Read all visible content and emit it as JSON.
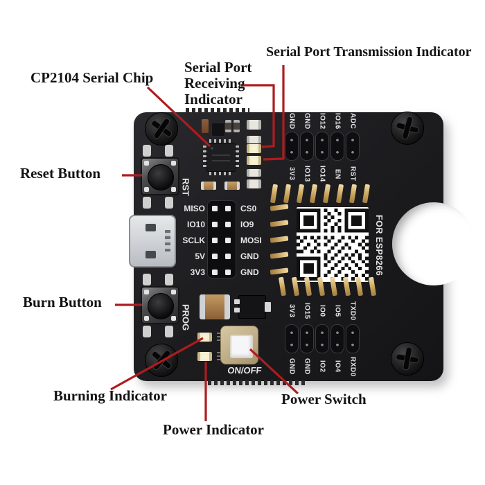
{
  "figure": {
    "annotations": {
      "cp2104": "CP2104 Serial Chip",
      "serial_rx": [
        "Serial Port",
        "Receiving",
        "Indicator"
      ],
      "serial_tx": "Serial Port Transmission Indicator",
      "reset": "Reset Button",
      "burn": "Burn Button",
      "burning": "Burning Indicator",
      "power_indicator": "Power Indicator",
      "power_switch": "Power Switch"
    },
    "silkscreen": {
      "rst": "RST",
      "prog": "PROG",
      "on_off": "ON/OFF",
      "for_chip": "FOR ESP8266"
    },
    "headers": {
      "top_row1": [
        "GND",
        "GND",
        "IO12",
        "IO16",
        "ADC"
      ],
      "top_row2": [
        "3V3",
        "IO13",
        "IO14",
        "EN",
        "RST"
      ],
      "mid_left": [
        "MISO",
        "IO10",
        "SCLK",
        "5V",
        "3V3"
      ],
      "mid_right": [
        "CS0",
        "IO9",
        "MOSI",
        "GND",
        "GND"
      ],
      "bottom_row1": [
        "3V3",
        "IO15",
        "IO0",
        "IO5",
        "TXD0"
      ],
      "bottom_row2": [
        "GND",
        "GND",
        "IO2",
        "IO4",
        "RXD0"
      ]
    },
    "colors": {
      "annotation_line": "#ae1c1f",
      "board": "#1c1c1e",
      "silkscreen_text": "#e6e6e6",
      "gold_pin": "#c9a35c",
      "background": "#ffffff"
    }
  }
}
